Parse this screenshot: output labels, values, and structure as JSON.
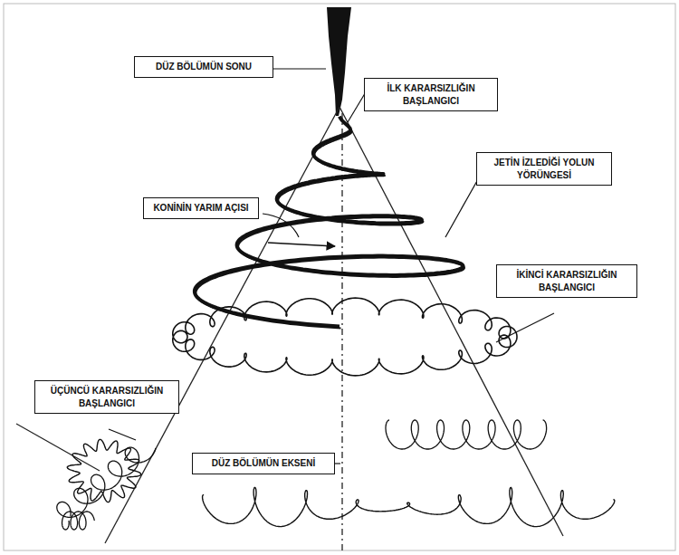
{
  "diagram": {
    "nodes": [
      {
        "text": [
          "DÜZ BÖLÜMÜN SONU"
        ]
      },
      {
        "text": [
          "İLK KARARSIZLIĞIN BAŞLANGICI"
        ]
      },
      {
        "text": [
          "JETİN İZLEDİĞİ YOLUN YÖRÜNGESİ"
        ]
      },
      {
        "text": [
          "KONİNİN YARIM AÇISI"
        ]
      },
      {
        "text": [
          "İKİNCİ KARARSIZLIĞIN BAŞLANGICI"
        ]
      },
      {
        "text": [
          "ÜÇÜNCÜ KARARSIZLIĞIN BAŞLANGICI"
        ]
      },
      {
        "text": [
          "DÜZ BÖLÜMÜN EKSENİ"
        ]
      }
    ]
  }
}
